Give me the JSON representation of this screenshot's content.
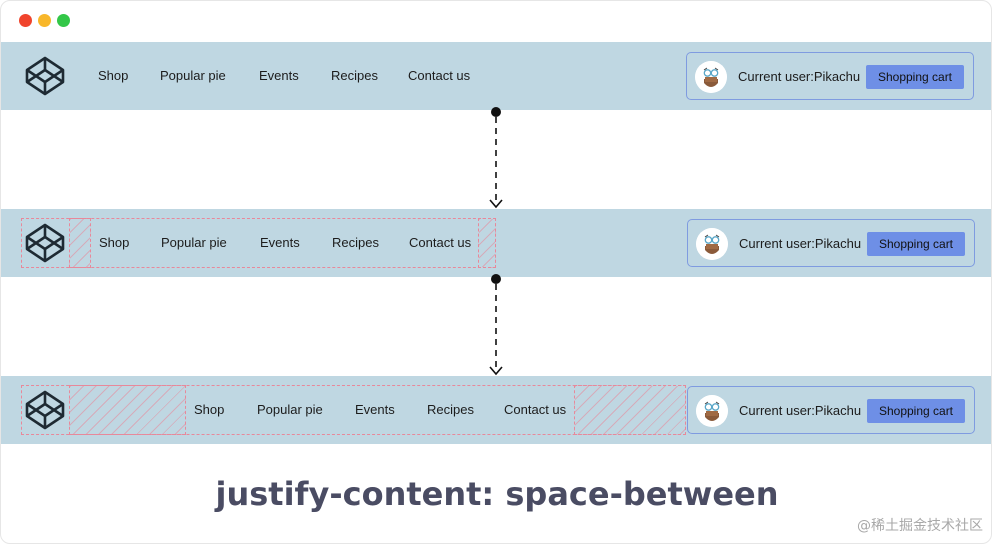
{
  "window": {
    "controls": [
      {
        "name": "close",
        "color": "#f0442c"
      },
      {
        "name": "minimize",
        "color": "#f8b72a"
      },
      {
        "name": "maximize",
        "color": "#33c748"
      }
    ]
  },
  "navbar": {
    "logo_icon": "codepen-cube-icon",
    "items": [
      "Shop",
      "Popular pie",
      "Events",
      "Recipes",
      "Contact us"
    ],
    "user_label": "Current user:Pikachu",
    "avatar_icon": "pikachu-avatar-icon",
    "cart_label": "Shopping cart",
    "bar_color": "#bfd7e2",
    "button_color": "#6e8fe6",
    "outline_color": "#e8889a"
  },
  "caption": "justify-content: space-between",
  "watermark": "@稀土掘金技术社区"
}
